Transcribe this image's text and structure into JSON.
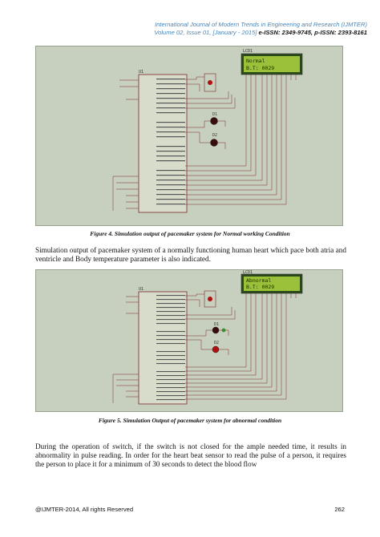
{
  "header": {
    "journal": "International Journal of Modern Trends in Engineering and Research (IJMTER)",
    "volume": "Volume 02, Issue 01, [January - 2015]",
    "issn": "e-ISSN: 2349-9745, p-ISSN: 2393-8161"
  },
  "figure4": {
    "caption": "Figure 4. Simulation output of pacemaker system for Normal working Condition",
    "lcd_label": "LCD1",
    "lcd_line1": "Normal",
    "lcd_line2": "B.T: 0029",
    "mcu_label": "U1",
    "led1": "D1",
    "led2": "D2"
  },
  "paragraph1": "Simulation output of pacemaker system of a normally functioning human heart which pace both atria and ventricle and Body temperature parameter is also indicated.",
  "figure5": {
    "caption": "Figure 5. Simulation Output of pacemaker system for abnormal condition",
    "lcd_label": "LCD1",
    "lcd_line1": "Abnormal",
    "lcd_line2": "B.T: 0029",
    "mcu_label": "U1",
    "led1": "D1",
    "led2": "D2"
  },
  "paragraph2": "During the operation of switch, if the switch is not closed for the ample needed time, it results in abnormality in pulse reading. In order for the heart beat sensor to read the pulse of a person, it requires the person to place it for a minimum of 30 seconds to detect the blood flow",
  "footer": {
    "copyright": "@IJMTER-2014, All rights Reserved",
    "page": "262"
  }
}
